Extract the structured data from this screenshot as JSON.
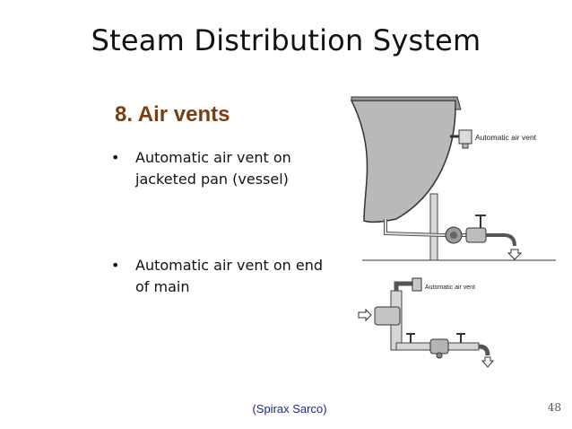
{
  "slide": {
    "title": "Steam Distribution System",
    "subtitle": "8. Air vents",
    "bullets": [
      {
        "marker": "•",
        "text": "Automatic air vent on jacketed pan (vessel)"
      },
      {
        "marker": "•",
        "text": "Automatic air vent on end of main"
      }
    ],
    "figures": {
      "top_label": "Automatic air vent",
      "bottom_label": "Automatic air vent"
    },
    "source": "(Spirax Sarco)",
    "page_number": "48"
  }
}
